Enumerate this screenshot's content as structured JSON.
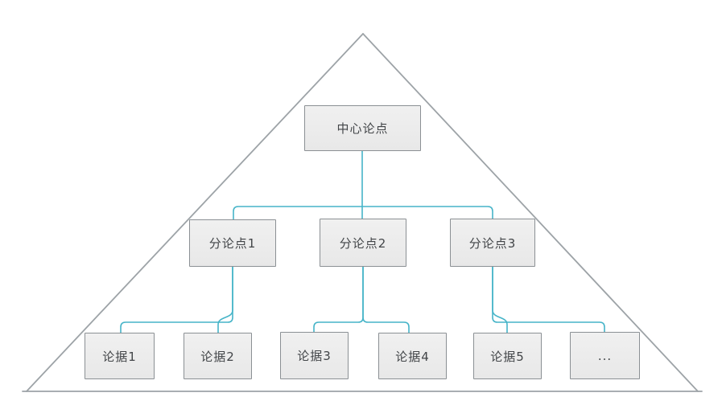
{
  "diagram": {
    "type": "pyramid-argument-structure",
    "colors": {
      "connector": "#46b4c8",
      "triangle_outline": "#9da3a7",
      "node_fill": "#ececec",
      "node_border": "#8b9094",
      "node_text": "#424548",
      "background": "#ffffff"
    },
    "nodes": {
      "central": {
        "label": "中心论点"
      },
      "sub1": {
        "label": "分论点1"
      },
      "sub2": {
        "label": "分论点2"
      },
      "sub3": {
        "label": "分论点3"
      },
      "ev1": {
        "label": "论据1"
      },
      "ev2": {
        "label": "论据2"
      },
      "ev3": {
        "label": "论据3"
      },
      "ev4": {
        "label": "论据4"
      },
      "ev5": {
        "label": "论据5"
      },
      "ev6": {
        "label": "..."
      }
    },
    "edges": [
      [
        "central",
        "sub1"
      ],
      [
        "central",
        "sub2"
      ],
      [
        "central",
        "sub3"
      ],
      [
        "sub1",
        "ev1"
      ],
      [
        "sub1",
        "ev2"
      ],
      [
        "sub2",
        "ev3"
      ],
      [
        "sub2",
        "ev4"
      ],
      [
        "sub3",
        "ev5"
      ],
      [
        "sub3",
        "ev6"
      ]
    ]
  }
}
